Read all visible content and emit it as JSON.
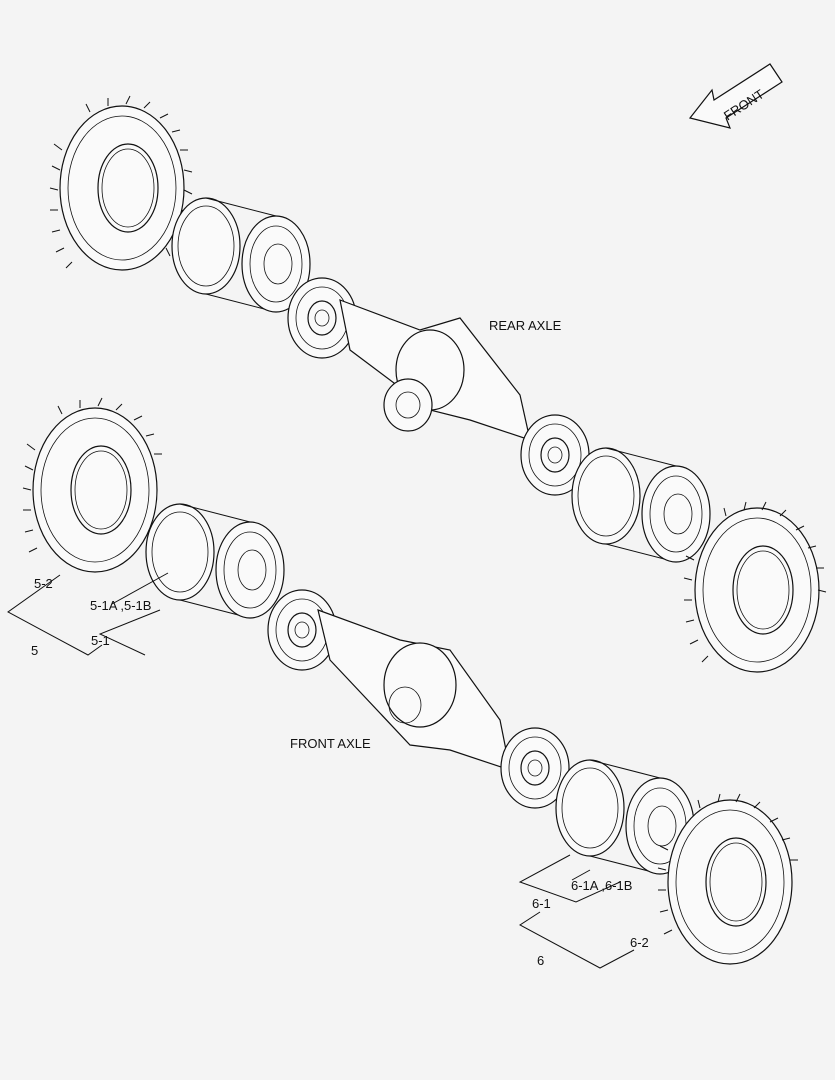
{
  "diagram": {
    "direction_label": "FRONT",
    "assemblies": {
      "rear_axle_label": "REAR AXLE",
      "front_axle_label": "FRONT AXLE"
    },
    "callouts": {
      "c5": "5",
      "c5_1": "5-1",
      "c5_1a_1b": "5-1A ,5-1B",
      "c5_2": "5-2",
      "c6": "6",
      "c6_1": "6-1",
      "c6_1a_1b": "6-1A ,6-1B",
      "c6_2": "6-2"
    }
  }
}
